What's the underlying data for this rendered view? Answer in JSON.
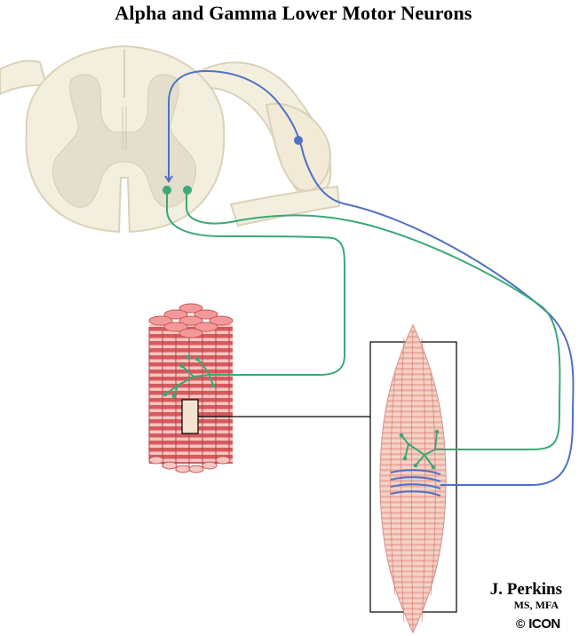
{
  "title": "Alpha and Gamma Lower Motor Neurons",
  "signature": {
    "name": "J. Perkins",
    "credentials": "MS, MFA",
    "copyright_symbol": "©",
    "logo_text": "ICON"
  },
  "colors": {
    "spinal_cord_white_matter": "#f3efdf",
    "spinal_cord_outline": "#d9d2b8",
    "gray_matter": "#e3dfcc",
    "alpha_neuron": "#3aa877",
    "gamma_neuron": "#4f71c4",
    "muscle_red": "#d9575a",
    "muscle_pink": "#f2b8b3",
    "spindle_pink": "#f0c6bb"
  },
  "icons": {
    "logo": "icon-logo"
  }
}
